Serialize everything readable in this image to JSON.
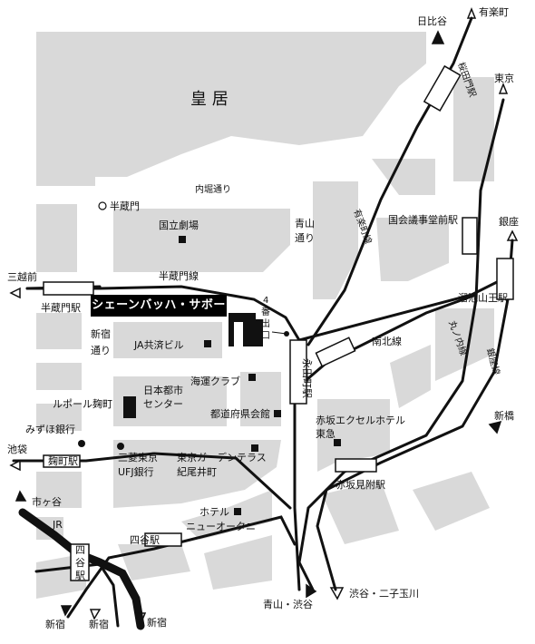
{
  "colors": {
    "block": "#d9d9d9",
    "street": "#ffffff",
    "line": "#111111",
    "background": "#ffffff"
  },
  "venue": "シェーンバッハ・サボー",
  "areas": {
    "imperial_palace": "皇 居"
  },
  "streets": {
    "uchibori": "内堀通り",
    "aoyama_1": "青山",
    "aoyama_2": "通り",
    "shinjuku_1": "新宿",
    "shinjuku_2": "通り"
  },
  "rail_lines": {
    "hanzomon": "半蔵門線",
    "yurakucho": "有楽町線",
    "nanboku": "南北線",
    "marunouchi": "丸ノ内線",
    "ginza": "銀座線",
    "jr": "JR"
  },
  "stations": {
    "sakuradamon": "桜田門駅",
    "kokkai": "国会議事堂前駅",
    "tameike": "溜池山王駅",
    "nagatacho": "永田町駅",
    "hanzomon": "半蔵門駅",
    "kojimachi": "麹町駅",
    "akasaka_mitsuke": "赤坂見附駅",
    "yotsuya_1": "四",
    "yotsuya_2": "谷",
    "yotsuya_3": "駅",
    "yotsuya_label": "四谷駅"
  },
  "exit_label": {
    "line1": "4",
    "line2": "番",
    "line3": "出",
    "line4": "口"
  },
  "directions": {
    "hibiya": "日比谷",
    "yurakucho": "有楽町",
    "tokyo": "東京",
    "ginza": "銀座",
    "mitsukoshimae": "三越前",
    "ikebukuro": "池袋",
    "shinbashi": "新橋",
    "aoyama_shibuya": "青山・渋谷",
    "shibuya_futako": "渋谷・二子玉川",
    "ichigaya": "市ヶ谷",
    "shinjuku_a": "新宿",
    "shinjuku_b": "新宿",
    "shinjuku_c": "新宿"
  },
  "landmarks": {
    "hanzomon_gate": "半蔵門",
    "national_theatre": "国立劇場",
    "ja_kyosai": "JA共済ビル",
    "nihon_toshi_1": "日本都市",
    "nihon_toshi_2": "センター",
    "kaiun_club": "海運クラブ",
    "todofuken": "都道府県会館",
    "le_pole": "ルポール麹町",
    "mizuho": "みずほ銀行",
    "mufg_1": "三菱東京",
    "mufg_2": "UFJ銀行",
    "tokyo_garden_1": "東京ガーデンテラス",
    "tokyo_garden_2": "紀尾井町",
    "akasaka_excel_1": "赤坂エクセルホテル",
    "akasaka_excel_2": "東急",
    "new_otani_1": "ホテル",
    "new_otani_2": "ニューオータニ"
  }
}
